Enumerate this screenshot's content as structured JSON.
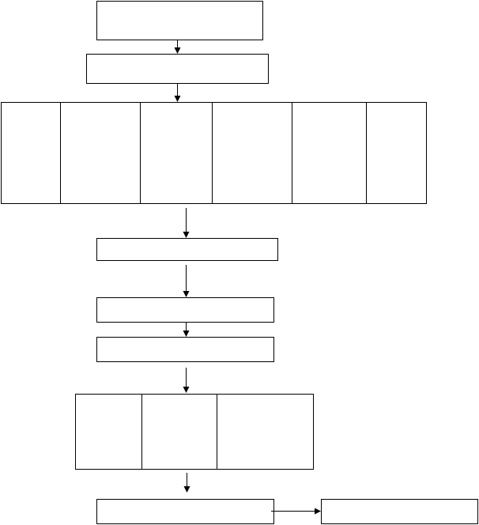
{
  "diagram": {
    "type": "flowchart",
    "colors": {
      "stroke": "#000000",
      "background": "#ffffff"
    },
    "boxes": [
      {
        "id": "box-1",
        "text": ""
      },
      {
        "id": "box-2",
        "text": ""
      },
      {
        "id": "six-column-box",
        "text": "",
        "columns": [
          "",
          "",
          "",
          "",
          "",
          ""
        ]
      },
      {
        "id": "box-3",
        "text": ""
      },
      {
        "id": "box-4",
        "text": ""
      },
      {
        "id": "box-5",
        "text": ""
      },
      {
        "id": "three-column-box",
        "text": "",
        "columns": [
          "",
          "",
          ""
        ]
      },
      {
        "id": "box-6",
        "text": ""
      },
      {
        "id": "side-box",
        "text": ""
      }
    ]
  }
}
